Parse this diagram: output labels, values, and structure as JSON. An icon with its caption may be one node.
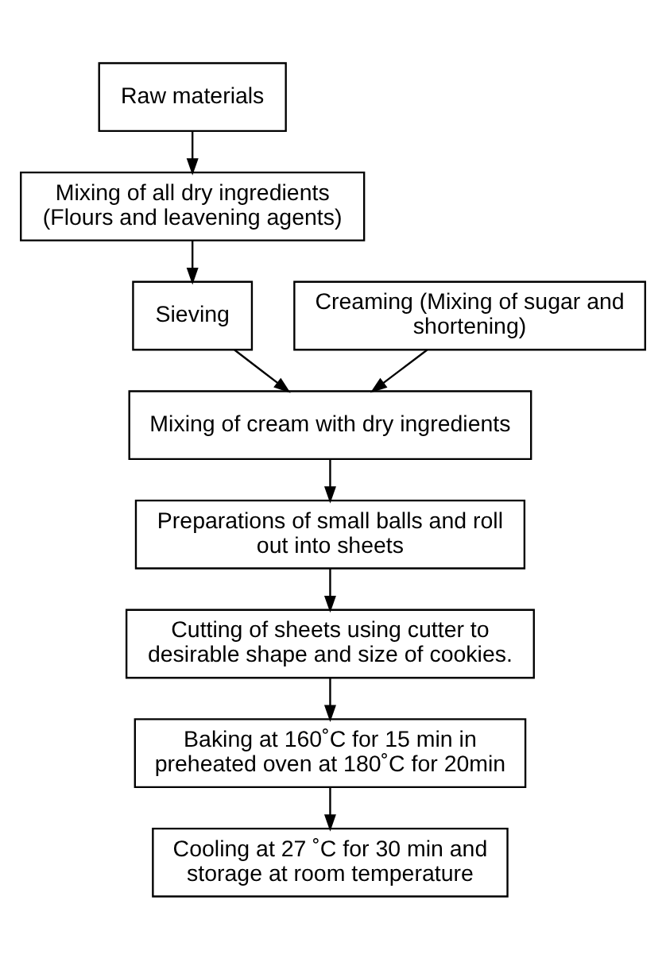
{
  "diagram": {
    "nodes": [
      {
        "text": [
          "Raw materials"
        ]
      },
      {
        "text": [
          "Mixing of all dry ingredients (Flours and leavening agents)"
        ]
      },
      {
        "text": [
          "Sieving"
        ]
      },
      {
        "text": [
          "Creaming (Mixing of sugar and shortening)"
        ]
      },
      {
        "text": [
          "Mixing of cream with dry ingredients"
        ]
      },
      {
        "text": [
          "Preparations of small balls and roll out into sheets"
        ]
      },
      {
        "text": [
          "Cutting of sheets using cutter to desirable shape and size of cookies."
        ]
      },
      {
        "text": [
          "Baking at 160˚C for 15 min in preheated oven at 180˚C for 20min"
        ]
      },
      {
        "text": [
          "Cooling at 27 ˚C for 30 min and storage at room temperature"
        ]
      }
    ],
    "edges": [
      {
        "from": 0,
        "to": 1,
        "arrow": "to"
      },
      {
        "from": 1,
        "to": 2,
        "arrow": "to"
      },
      {
        "from": 2,
        "to": 4,
        "arrow": "to"
      },
      {
        "from": 3,
        "to": 4,
        "arrow": "to"
      },
      {
        "from": 4,
        "to": 5,
        "arrow": "to"
      },
      {
        "from": 5,
        "to": 6,
        "arrow": "to"
      },
      {
        "from": 6,
        "to": 7,
        "arrow": "to"
      },
      {
        "from": 7,
        "to": 8,
        "arrow": "to"
      }
    ]
  }
}
